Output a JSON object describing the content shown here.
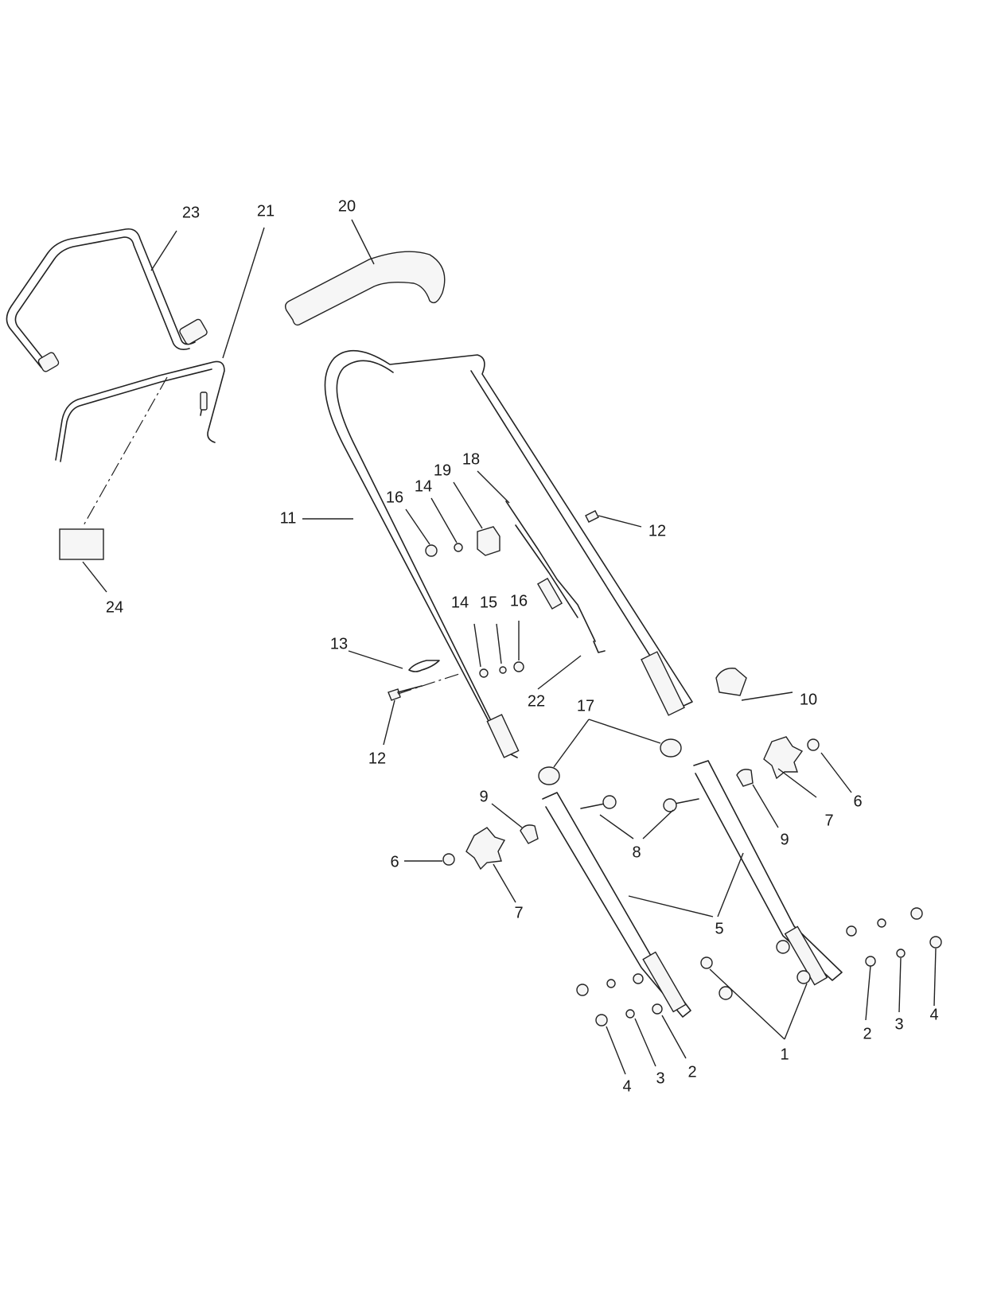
{
  "callouts": {
    "c1": "1",
    "c2a": "2",
    "c2b": "2",
    "c3a": "3",
    "c3b": "3",
    "c4a": "4",
    "c4b": "4",
    "c5": "5",
    "c6a": "6",
    "c6b": "6",
    "c7a": "7",
    "c7b": "7",
    "c8": "8",
    "c9a": "9",
    "c9b": "9",
    "c10": "10",
    "c11": "11",
    "c12a": "12",
    "c12b": "12",
    "c13": "13",
    "c14a": "14",
    "c14b": "14",
    "c15": "15",
    "c16a": "16",
    "c16b": "16",
    "c17": "17",
    "c18": "18",
    "c19": "19",
    "c20": "20",
    "c21": "21",
    "c22": "22",
    "c23": "23",
    "c24": "24"
  }
}
